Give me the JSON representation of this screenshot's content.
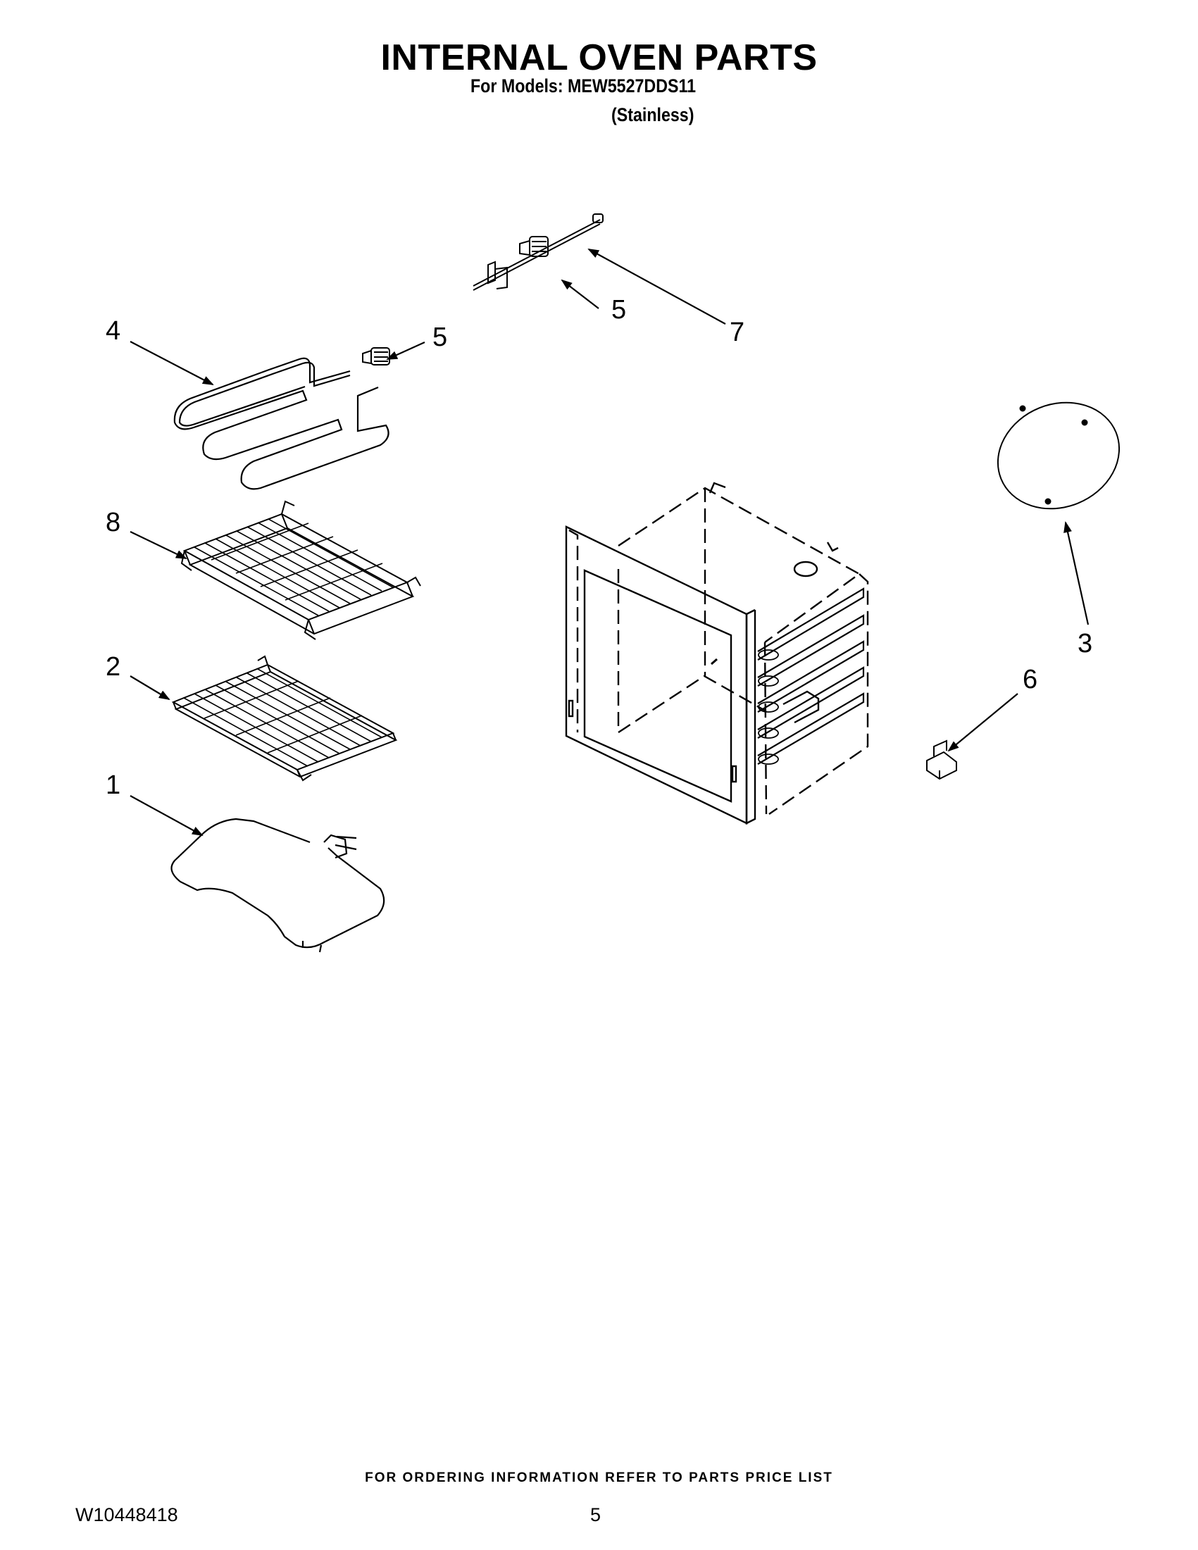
{
  "header": {
    "title": "INTERNAL OVEN PARTS",
    "models_line": "For Models: MEW5527DDS11",
    "variant": "(Stainless)"
  },
  "callouts": {
    "heating_element_bake": "1",
    "oven_rack_flat": "2",
    "light_lens": "3",
    "broil_element": "4",
    "nut_left": "5",
    "nut_right": "5",
    "bracket": "6",
    "sensor": "7",
    "oven_rack_gliding": "8"
  },
  "footer": {
    "ordering_note": "FOR ORDERING INFORMATION REFER TO PARTS PRICE LIST",
    "doc_number": "W10448418",
    "page_number": "5"
  }
}
